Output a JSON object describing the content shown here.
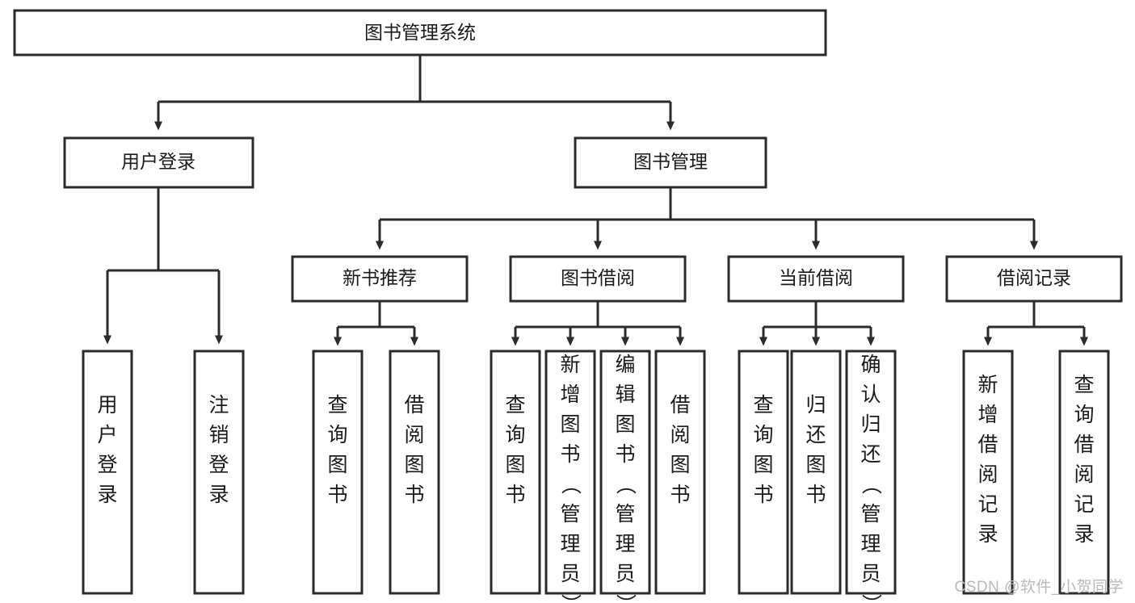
{
  "diagram": {
    "title": "图书管理系统",
    "type": "hierarchy-tree",
    "watermark": "CSDN @软件_小贺同学",
    "levels": {
      "root": {
        "label": "图书管理系统"
      },
      "level2": [
        {
          "label": "用户登录"
        },
        {
          "label": "图书管理"
        }
      ],
      "level3": [
        {
          "label": "新书推荐"
        },
        {
          "label": "图书借阅"
        },
        {
          "label": "当前借阅"
        },
        {
          "label": "借阅记录"
        }
      ],
      "leaves": {
        "user_login": [
          {
            "label": "用户登录"
          },
          {
            "label": "注销登录"
          }
        ],
        "new_book_recommend": [
          {
            "label": "查询图书"
          },
          {
            "label": "借阅图书"
          }
        ],
        "book_borrow": [
          {
            "label": "查询图书"
          },
          {
            "label": "新增图书（管理员）"
          },
          {
            "label": "编辑图书（管理员）"
          },
          {
            "label": "借阅图书"
          }
        ],
        "current_borrow": [
          {
            "label": "查询图书"
          },
          {
            "label": "归还图书"
          },
          {
            "label": "确认归还（管理员）"
          }
        ],
        "borrow_record": [
          {
            "label": "新增借阅记录"
          },
          {
            "label": "查询借阅记录"
          }
        ]
      }
    },
    "colors": {
      "stroke": "#2b2b2b",
      "fill": "#ffffff",
      "text": "#1a1a1a",
      "watermark": "#b9b9b9"
    }
  }
}
